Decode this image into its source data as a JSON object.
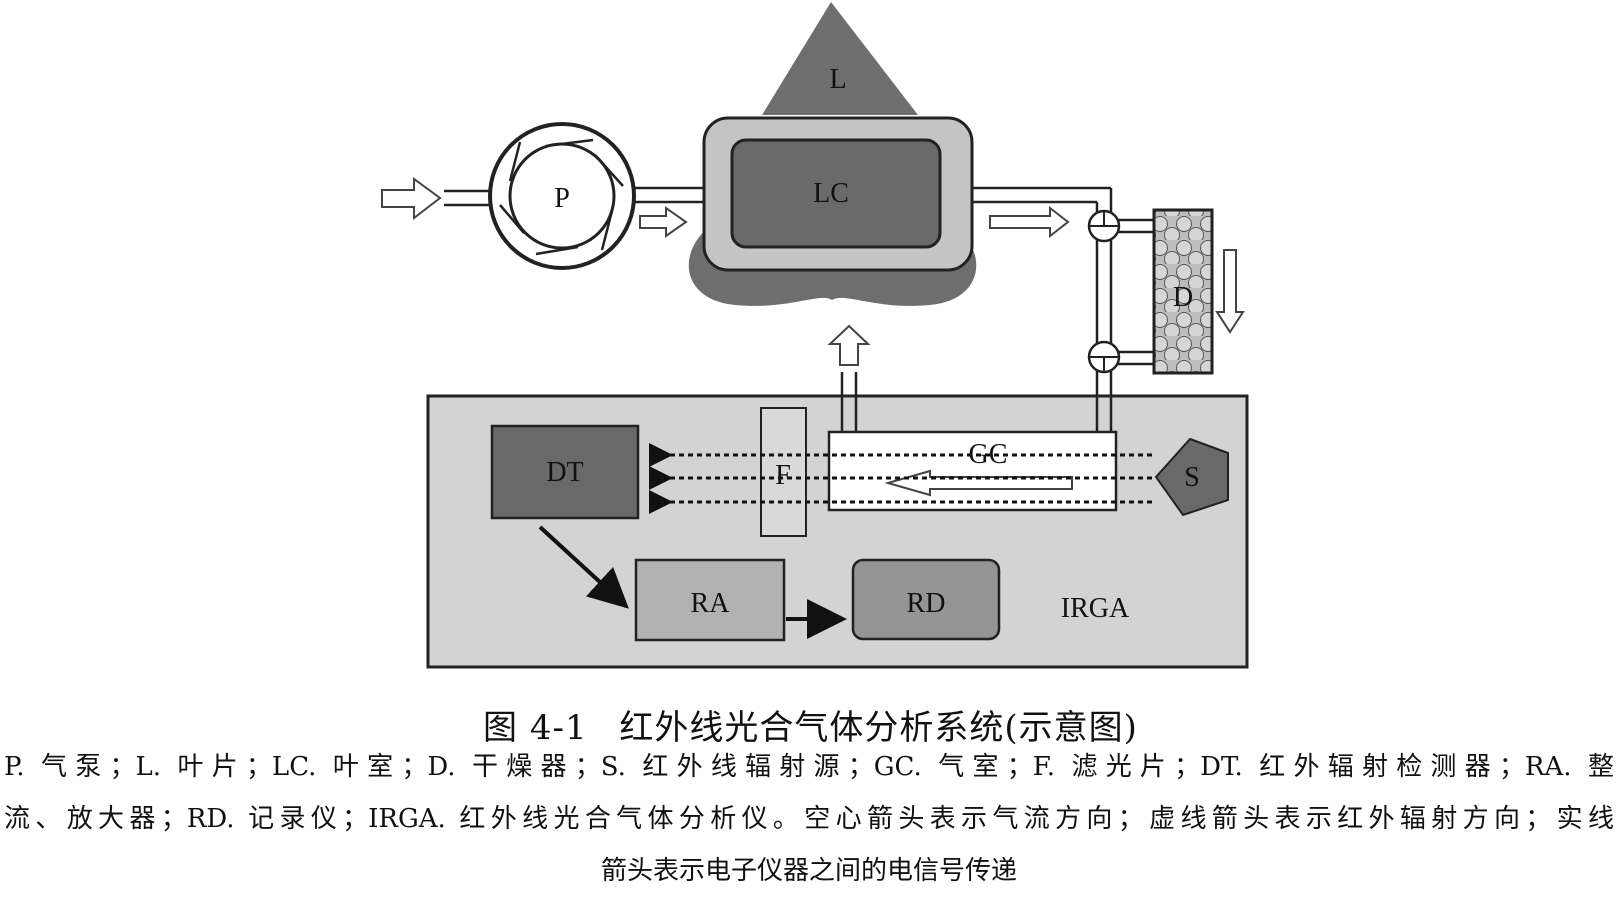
{
  "diagram": {
    "labels": {
      "pump": "P",
      "leaf": "L",
      "leaf_chamber": "LC",
      "dryer": "D",
      "detector": "DT",
      "filter": "F",
      "gas_chamber": "GC",
      "source": "S",
      "amplifier": "RA",
      "recorder": "RD",
      "irga": "IRGA"
    },
    "colors": {
      "leaf": "#6e6e6e",
      "chamber_outer": "#c4c4c4",
      "chamber_inner": "#6a6a6a",
      "irga_box": "#d3d3d3",
      "detector": "#696969",
      "amplifier": "#b1b1b1",
      "recorder": "#959595",
      "source": "#696969"
    },
    "icons": [
      "hollow-arrow-icon",
      "dashed-arrow-icon",
      "solid-arrow-icon",
      "valve-icon"
    ]
  },
  "figure": {
    "number": "图 4-1",
    "title": "红外线光合气体分析系统(示意图)"
  },
  "caption": {
    "line1": "P. 气泵；L. 叶片；LC. 叶室；D. 干燥器；S. 红外线辐射源；GC. 气室；F. 滤光片；DT. 红外辐射检测器；RA. 整",
    "line2": "流、放大器；RD. 记录仪；IRGA. 红外线光合气体分析仪。空心箭头表示气流方向；虚线箭头表示红外辐射方向；实线",
    "line3": "箭头表示电子仪器之间的电信号传递"
  }
}
